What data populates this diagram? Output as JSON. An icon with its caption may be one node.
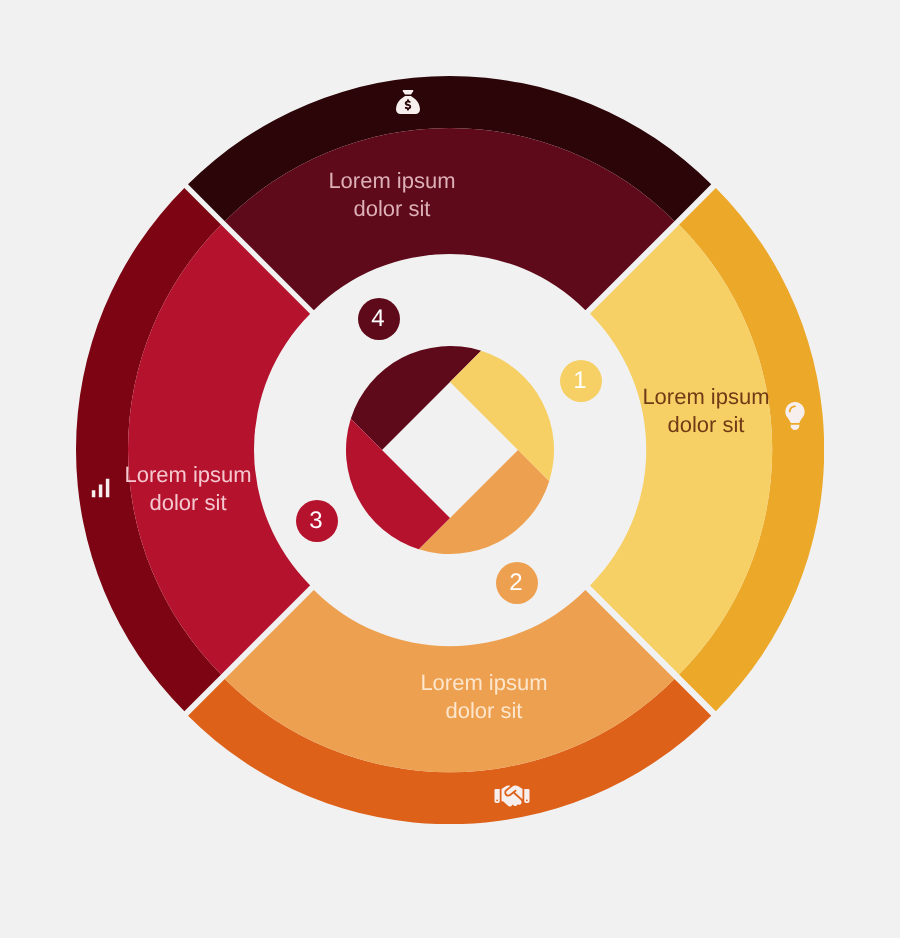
{
  "diagram": {
    "nodes": [
      {
        "text": [
          "Lorem ipsum dolor sit"
        ]
      },
      {
        "text": [
          "4"
        ]
      },
      {
        "text": [
          "1"
        ]
      },
      {
        "text": [
          "Lorem ipsum dolor sit"
        ]
      },
      {
        "text": [
          "Lorem ipsum dolor sit"
        ]
      },
      {
        "text": [
          "3"
        ]
      },
      {
        "text": [
          "2"
        ]
      },
      {
        "text": [
          "Lorem ipsum dolor sit"
        ]
      }
    ]
  }
}
